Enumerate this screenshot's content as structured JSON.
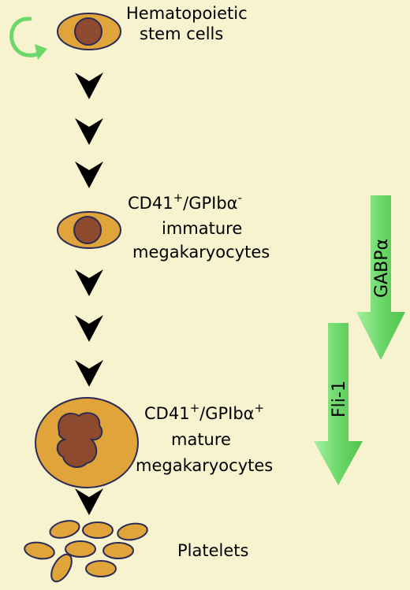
{
  "colors": {
    "background": "#f7f3cf",
    "cell_fill": "#e0a43a",
    "nucleus_fill": "#8e4a2e",
    "outline": "#2b2b55",
    "green_arrow": "#6cd86a",
    "arrowhead": "#000000"
  },
  "stages": {
    "hsc": {
      "line1": "Hematopoietic",
      "line2": "stem cells"
    },
    "immature": {
      "marker1": "CD41",
      "sup1": "+",
      "marker2": "/GPIbα",
      "sup2": "-",
      "line2": "immature",
      "line3": "megakaryocytes"
    },
    "mature": {
      "marker1": "CD41",
      "sup1": "+",
      "marker2": "/GPIbα",
      "sup2": "+",
      "line2": "mature",
      "line3": "megakaryocytes"
    },
    "platelets": {
      "label": "Platelets"
    }
  },
  "factors": {
    "gabp": {
      "label": "GABPα"
    },
    "fli": {
      "label": "Fli-1"
    }
  },
  "icons": {
    "self_renewal": "circular-arrow-icon",
    "progression": "chevron-down-arrowhead-icon"
  }
}
